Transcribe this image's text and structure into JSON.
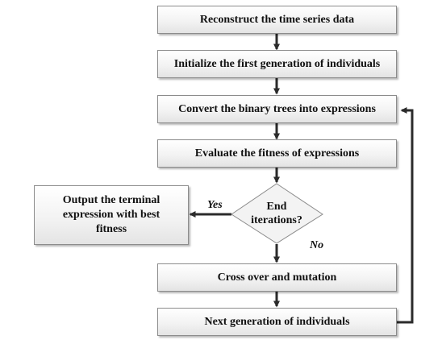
{
  "flowchart": {
    "steps": {
      "reconstruct": "Reconstruct the time series data",
      "initialize": "Initialize the first generation of individuals",
      "convert": "Convert the binary trees into expressions",
      "evaluate": "Evaluate the fitness of expressions",
      "crossover": "Cross over and mutation",
      "next_gen": "Next generation of individuals"
    },
    "decision": {
      "line1": "End",
      "line2": "iterations?"
    },
    "output": {
      "line1": "Output the terminal",
      "line2": "expression with best",
      "line3": "fitness"
    },
    "branches": {
      "yes": "Yes",
      "no": "No"
    }
  },
  "colors": {
    "line": "#2b2b2b",
    "box_border": "#8c8c8c"
  }
}
